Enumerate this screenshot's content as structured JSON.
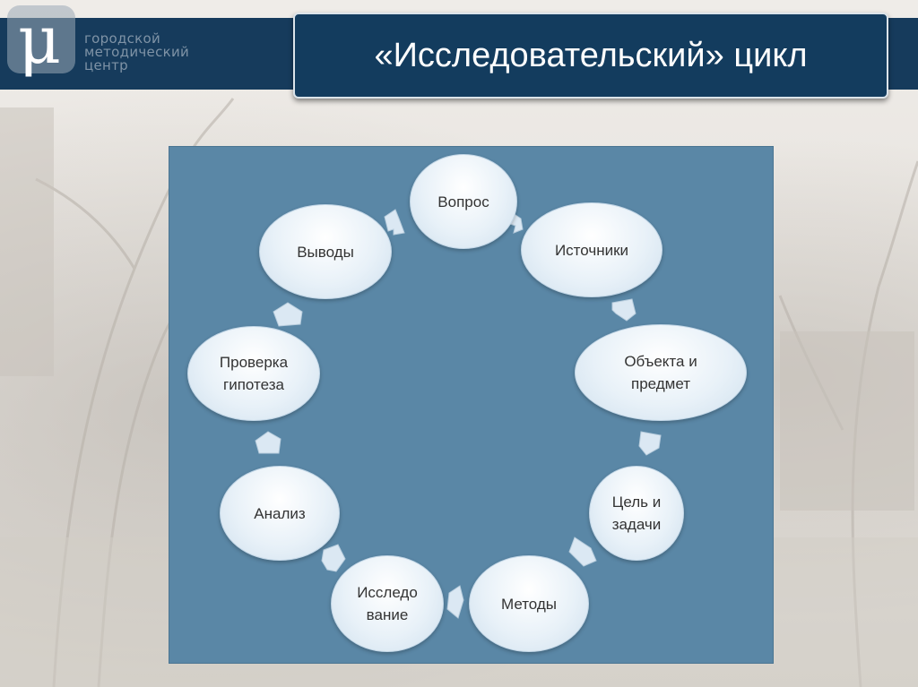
{
  "header": {
    "logo_glyph": "μ",
    "logo_lines": [
      "городской",
      "методический",
      "центр"
    ],
    "title": "«Исследовательский» цикл"
  },
  "diagram": {
    "nodes": [
      {
        "id": "vopros",
        "label": "Вопрос"
      },
      {
        "id": "istochniki",
        "label": "Источники"
      },
      {
        "id": "obekt",
        "label": "Объекта и\nпредмет"
      },
      {
        "id": "cel",
        "label": "Цель и\nзадачи"
      },
      {
        "id": "metody",
        "label": "Методы"
      },
      {
        "id": "issledovanie",
        "label": "Исследо\nвание"
      },
      {
        "id": "analiz",
        "label": "Анализ"
      },
      {
        "id": "proverka",
        "label": "Проверка\nгипотеза"
      },
      {
        "id": "vyvody",
        "label": "Выводы"
      }
    ]
  },
  "colors": {
    "header_bar": "#163b5c",
    "panel": "#5a87a6",
    "node_fill": "#e8f1f8",
    "arrow": "#dbe8f3"
  }
}
